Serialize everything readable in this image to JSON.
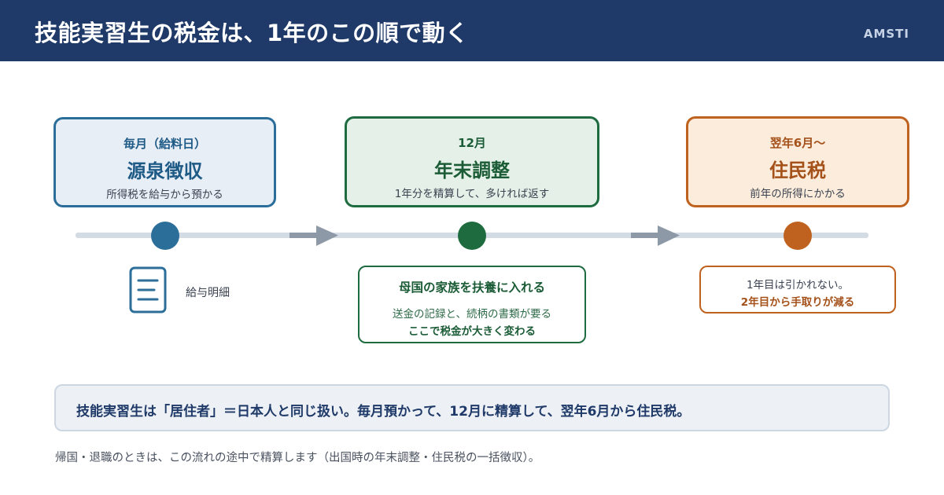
{
  "header": {
    "title": "技能実習生の税金は、1年のこの順で動く",
    "brand": "AMSTI"
  },
  "steps": [
    {
      "timing": "毎月（給料日）",
      "name": "源泉徴収",
      "desc": "所得税を給与から預かる",
      "color": "#2c6e9a"
    },
    {
      "timing": "12月",
      "name": "年末調整",
      "desc": "1年分を精算して、多ければ返す",
      "color": "#1f6b40"
    },
    {
      "timing": "翌年6月〜",
      "name": "住民税",
      "desc": "前年の所得にかかる",
      "color": "#c0621f"
    }
  ],
  "details": {
    "payslip": {
      "icon": "document-icon",
      "label": "給与明細"
    },
    "year_end": {
      "title": "母国の家族を扶養に入れる",
      "line1": "送金の記録と、続柄の書類が要る",
      "line2": "ここで税金が大きく変わる"
    },
    "resident_tax": {
      "line1": "1年目は引かれない。",
      "line2": "2年目から手取りが減る"
    }
  },
  "summary": "技能実習生は「居住者」＝日本人と同じ扱い。毎月預かって、12月に精算して、翌年6月から住民税。",
  "footnote": "帰国・退職のときは、この流れの途中で精算します（出国時の年末調整・住民税の一括徴収）。",
  "colors": {
    "header_bg": "#1f3a68",
    "timeline": "#d3dbe4",
    "arrow": "#8e99a8"
  }
}
